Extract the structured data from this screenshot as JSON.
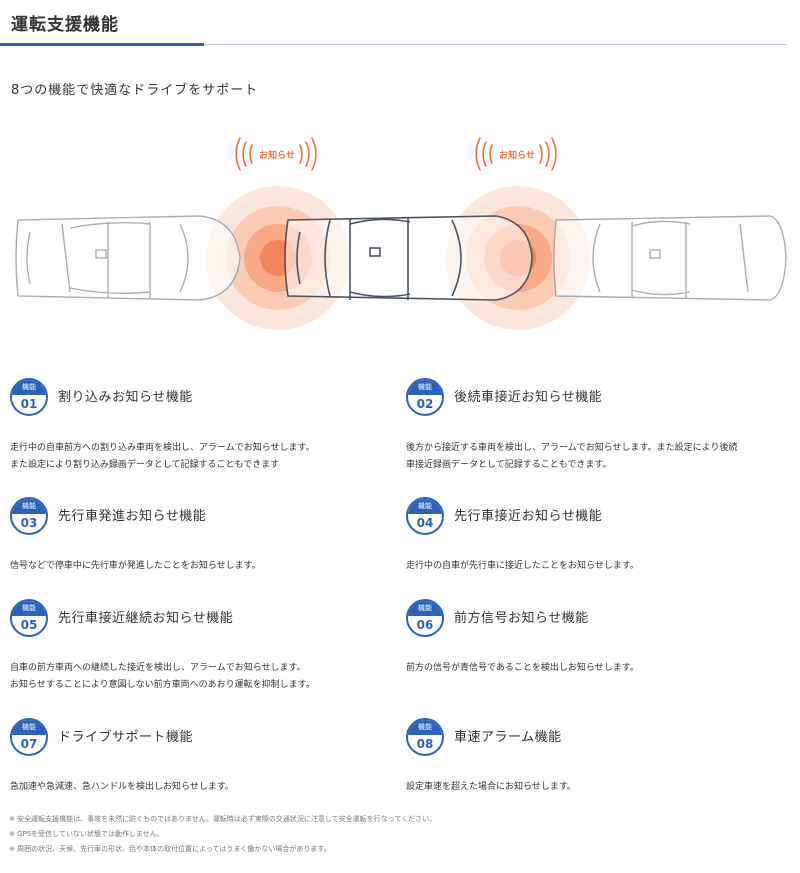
{
  "header": {
    "title": "運転支援機能"
  },
  "subtitle": "8つの機能で快適なドライブをサポート",
  "illustration": {
    "alert_label_left": "お知らせ",
    "alert_label_right": "お知らせ"
  },
  "colors": {
    "accent": "#2a63b8",
    "alert": "#f07040"
  },
  "features": [
    {
      "badge_label": "機能",
      "number": "01",
      "title": "割り込みお知らせ機能",
      "desc1": "走行中の自車前方への割り込み車両を検出し、アラームでお知らせします。",
      "desc2": "また設定により割り込み録画データとして記録することもできます"
    },
    {
      "badge_label": "機能",
      "number": "02",
      "title": "後続車接近お知らせ機能",
      "desc1": "後方から接近する車両を検出し、アラームでお知らせします。また設定により後続",
      "desc2": "車接近録画データとして記録することもできます。"
    },
    {
      "badge_label": "機能",
      "number": "03",
      "title": "先行車発進お知らせ機能",
      "desc1": "信号などで停車中に先行車が発進したことをお知らせします。",
      "desc2": ""
    },
    {
      "badge_label": "機能",
      "number": "04",
      "title": "先行車接近お知らせ機能",
      "desc1": "走行中の自車が先行車に接近したことをお知らせします。",
      "desc2": ""
    },
    {
      "badge_label": "機能",
      "number": "05",
      "title": "先行車接近継続お知らせ機能",
      "desc1": "自車の前方車両への継続した接近を検出し、アラームでお知らせします。",
      "desc2": "お知らせすることにより意図しない前方車両へのあおり運転を抑制します。"
    },
    {
      "badge_label": "機能",
      "number": "06",
      "title": "前方信号お知らせ機能",
      "desc1": "前方の信号が青信号であることを検出しお知らせします。",
      "desc2": ""
    },
    {
      "badge_label": "機能",
      "number": "07",
      "title": "ドライブサポート機能",
      "desc1": "急加速や急減速、急ハンドルを検出しお知らせします。",
      "desc2": ""
    },
    {
      "badge_label": "機能",
      "number": "08",
      "title": "車速アラーム機能",
      "desc1": "設定車速を超えた場合にお知らせします。",
      "desc2": ""
    }
  ],
  "notes": [
    "※ 安全運転支援機能は、事故を未然に防ぐものではありません。運転時は必ず実際の交通状況に注意して安全運転を行なってください。",
    "※ GPSを受信していない状態では動作しません。",
    "※ 周囲の状況、天候、先行車の形状、色や本体の取付位置によってはうまく働かない場合があります。"
  ]
}
